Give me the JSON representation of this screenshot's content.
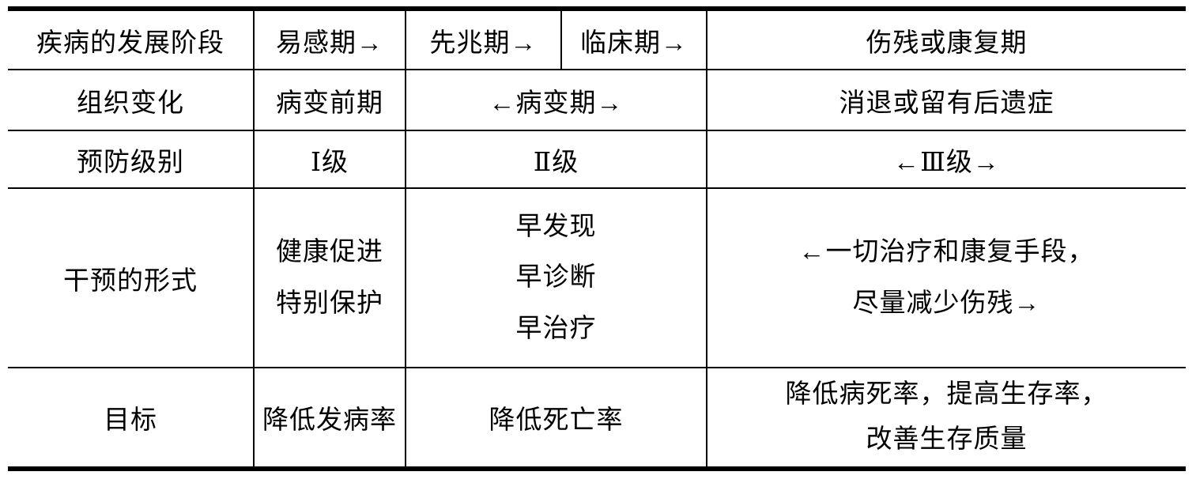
{
  "table": {
    "description": "disease prevention levels table",
    "rows": [
      {
        "label": "disease-development-stage",
        "cells": [
          {
            "text": "疾病的发展阶段"
          },
          {
            "text": "易感期→"
          },
          {
            "text": "先兆期→"
          },
          {
            "text": "临床期→"
          },
          {
            "text": "伤残或康复期"
          }
        ]
      },
      {
        "label": "tissue-change",
        "cells": [
          {
            "text": "组织变化"
          },
          {
            "text": "病变前期"
          },
          {
            "text": "←病变期→"
          },
          {
            "text": "消退或留有后遗症"
          }
        ]
      },
      {
        "label": "prevention-level",
        "cells": [
          {
            "text": "预防级别"
          },
          {
            "text": "Ⅰ级"
          },
          {
            "text": "Ⅱ级"
          },
          {
            "text": "←Ⅲ级→"
          }
        ]
      },
      {
        "label": "intervention-form",
        "cells": [
          {
            "text": "干预的形式"
          },
          {
            "text": "健康促进\n特别保护"
          },
          {
            "text": "早发现\n早诊断\n早治疗"
          },
          {
            "text": "←一切治疗和康复手段，\n尽量减少伤残→"
          }
        ]
      },
      {
        "label": "goal",
        "cells": [
          {
            "text": "目标"
          },
          {
            "text": "降低发病率"
          },
          {
            "text": "降低死亡率"
          },
          {
            "text": "降低病死率，提高生存率，\n改善生存质量"
          }
        ]
      }
    ],
    "colors": {
      "border": "#000000",
      "text": "#000000",
      "background": "#ffffff"
    }
  }
}
